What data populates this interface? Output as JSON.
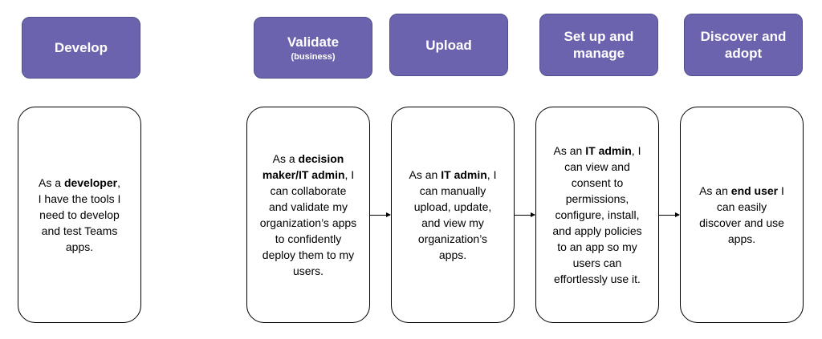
{
  "colors": {
    "stage_header": "#6b63ad",
    "card_border": "#000000"
  },
  "stages": [
    {
      "title": "Develop",
      "subtitle": "",
      "pre": "As a ",
      "role": "developer",
      "post": ", I have the tools I need to develop and test Teams apps."
    },
    {
      "title": "Validate",
      "subtitle": "(business)",
      "pre": "As a ",
      "role": "decision maker/IT admin",
      "post": ", I can collaborate and validate my organization’s apps to confidently deploy them to my users."
    },
    {
      "title": "Upload",
      "subtitle": "",
      "pre": "As an ",
      "role": "IT admin",
      "post": ", I can manually upload, update, and view my organization’s apps."
    },
    {
      "title": "Set up and manage",
      "subtitle": "",
      "pre": "As an ",
      "role": "IT admin",
      "post": ", I can view and consent to permissions, configure, install, and apply policies to an app so my users can effortlessly use it."
    },
    {
      "title": "Discover and adopt",
      "subtitle": "",
      "pre": "As an ",
      "role": "end user",
      "post": " I can easily discover and use apps."
    }
  ]
}
